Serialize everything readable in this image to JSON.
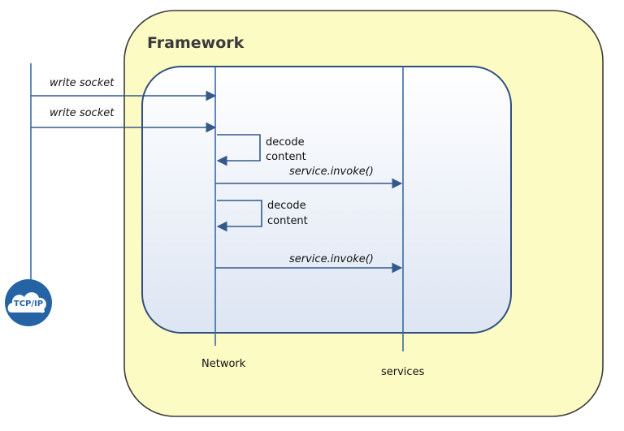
{
  "framework": {
    "title": "Framework"
  },
  "lifelines": {
    "network": "Network",
    "services": "services"
  },
  "badge": {
    "label": "TCP/IP",
    "icon": "cloud-icon"
  },
  "messages": {
    "write1": "write socket",
    "write2": "write socket",
    "decode1_line1": "decode",
    "decode1_line2": "content",
    "invoke1": "service.invoke()",
    "decode2_line1": "decode",
    "decode2_line2": "content",
    "invoke2": "service.invoke()"
  },
  "colors": {
    "outer_fill": "#fdfbc4",
    "outer_stroke": "#3b3b3b",
    "inner_stroke": "#2f4f80",
    "line": "#3a6aa3",
    "badge": "#2563a5"
  }
}
